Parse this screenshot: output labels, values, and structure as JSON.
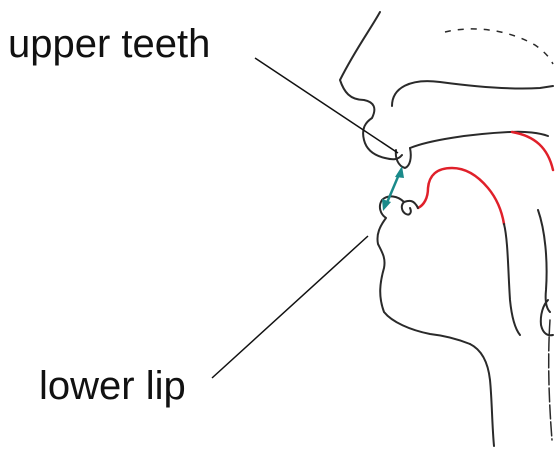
{
  "labels": {
    "upper": "upper teeth",
    "lower": "lower lip"
  },
  "colors": {
    "outline": "#2a2a2a",
    "tongue": "#e0202a",
    "arrow": "#1a8a8a",
    "leader": "#111111",
    "dashed": "#2a2a2a"
  },
  "icons": {
    "arrow": "double-headed-arrow"
  }
}
